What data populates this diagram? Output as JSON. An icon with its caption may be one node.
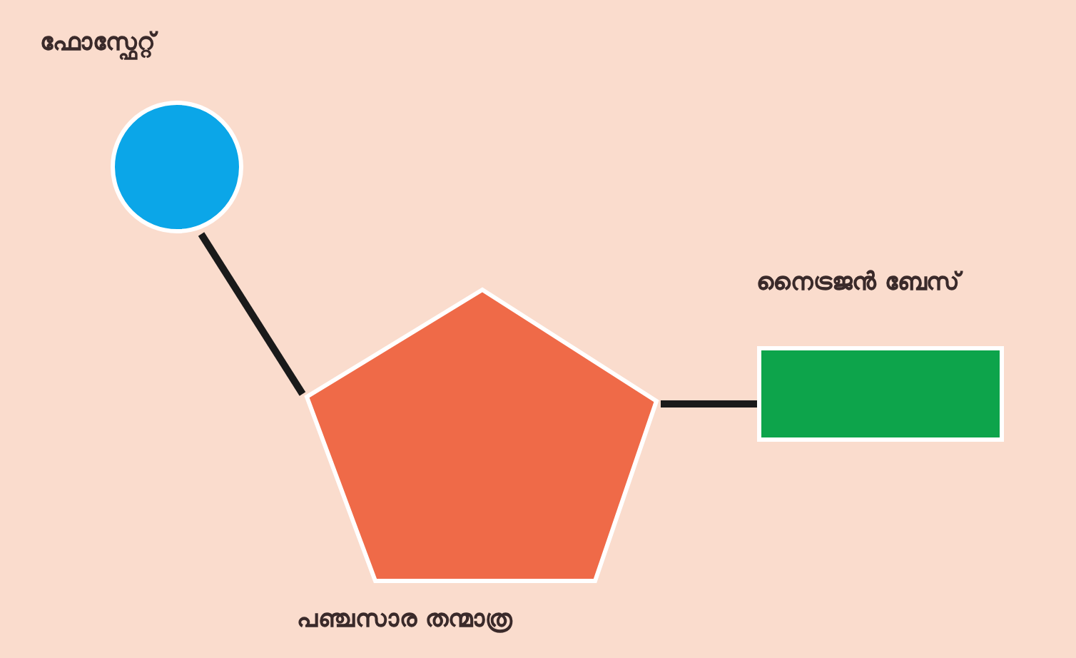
{
  "diagram": {
    "nodes": [
      {
        "text": [
          "ഫോസ്ഫേറ്റ്"
        ]
      },
      {
        "text": [
          "പഞ്ചസാര തന്മാത്ര"
        ]
      },
      {
        "text": [
          "നൈട്രജൻ ബേസ്"
        ]
      }
    ],
    "edges": [
      {
        "from": 0,
        "to": 1,
        "arrow": "none"
      },
      {
        "from": 1,
        "to": 2,
        "arrow": "none"
      }
    ]
  }
}
